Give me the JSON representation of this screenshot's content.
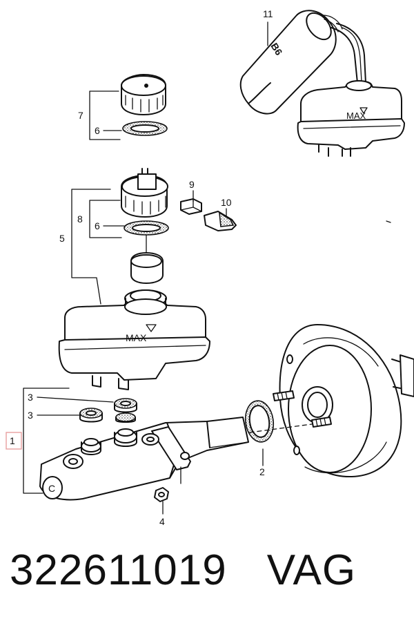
{
  "callouts": {
    "c1": "1",
    "c2": "2",
    "c3a": "3",
    "c3b": "3",
    "c4": "4",
    "c5": "5",
    "c6a": "6",
    "c6b": "6",
    "c7": "7",
    "c8": "8",
    "c9": "9",
    "c10": "10",
    "c11": "11"
  },
  "markings": {
    "reservoir_max_main": "MAX",
    "reservoir_max_top": "MAX",
    "bottle_label": "B6",
    "cylinder_letter": "C"
  },
  "footer": {
    "part_number": "322611019",
    "brand": "VAG"
  },
  "colors": {
    "line": "#111111",
    "highlight_box": "#e8a0a0"
  }
}
